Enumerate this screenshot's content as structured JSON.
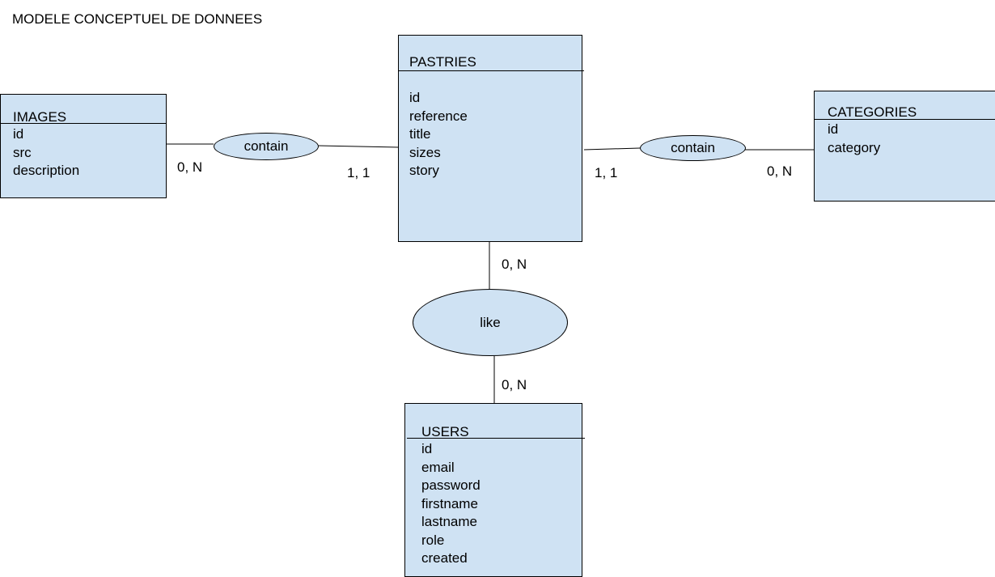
{
  "title": "MODELE CONCEPTUEL DE DONNEES",
  "entities": {
    "images": {
      "name": "IMAGES",
      "attributes": [
        "id",
        "src",
        "description"
      ]
    },
    "pastries": {
      "name": "PASTRIES",
      "attributes": [
        "id",
        "reference",
        "title",
        "sizes",
        "story"
      ]
    },
    "categories": {
      "name": "CATEGORIES",
      "attributes": [
        "id",
        "category"
      ]
    },
    "users": {
      "name": "USERS",
      "attributes": [
        "id",
        "email",
        "password",
        "firstname",
        "lastname",
        "role",
        "created"
      ]
    }
  },
  "relations": {
    "images_pastries": "contain",
    "pastries_categories": "contain",
    "users_pastries": "like"
  },
  "cardinalities": {
    "images_side": "0, N",
    "pastries_images_side": "1, 1",
    "pastries_categories_side": "1, 1",
    "categories_side": "0, N",
    "pastries_like_side": "0, N",
    "users_like_side": "0, N"
  },
  "colors": {
    "fill": "#cfe2f3",
    "stroke": "#000000"
  }
}
